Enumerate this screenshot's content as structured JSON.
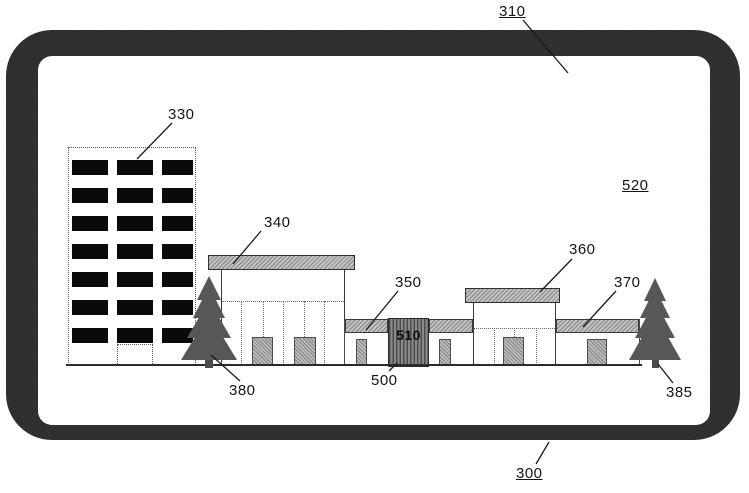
{
  "labels": {
    "l300": "300",
    "l310": "310",
    "l330": "330",
    "l340": "340",
    "l350": "350",
    "l360": "360",
    "l370": "370",
    "l380": "380",
    "l385": "385",
    "l500": "500",
    "l510": "510",
    "l520": "520"
  },
  "colors": {
    "frame": "#2e2e2e",
    "screen": "#ffffff",
    "roof_and_band_gray": "#b4b4b4",
    "door_gray": "#ababab",
    "panel_510_dark": "#6c6c6c",
    "tree_gray": "#575757",
    "window_black": "#0a0a0a",
    "ink": "#1a1a1a"
  }
}
